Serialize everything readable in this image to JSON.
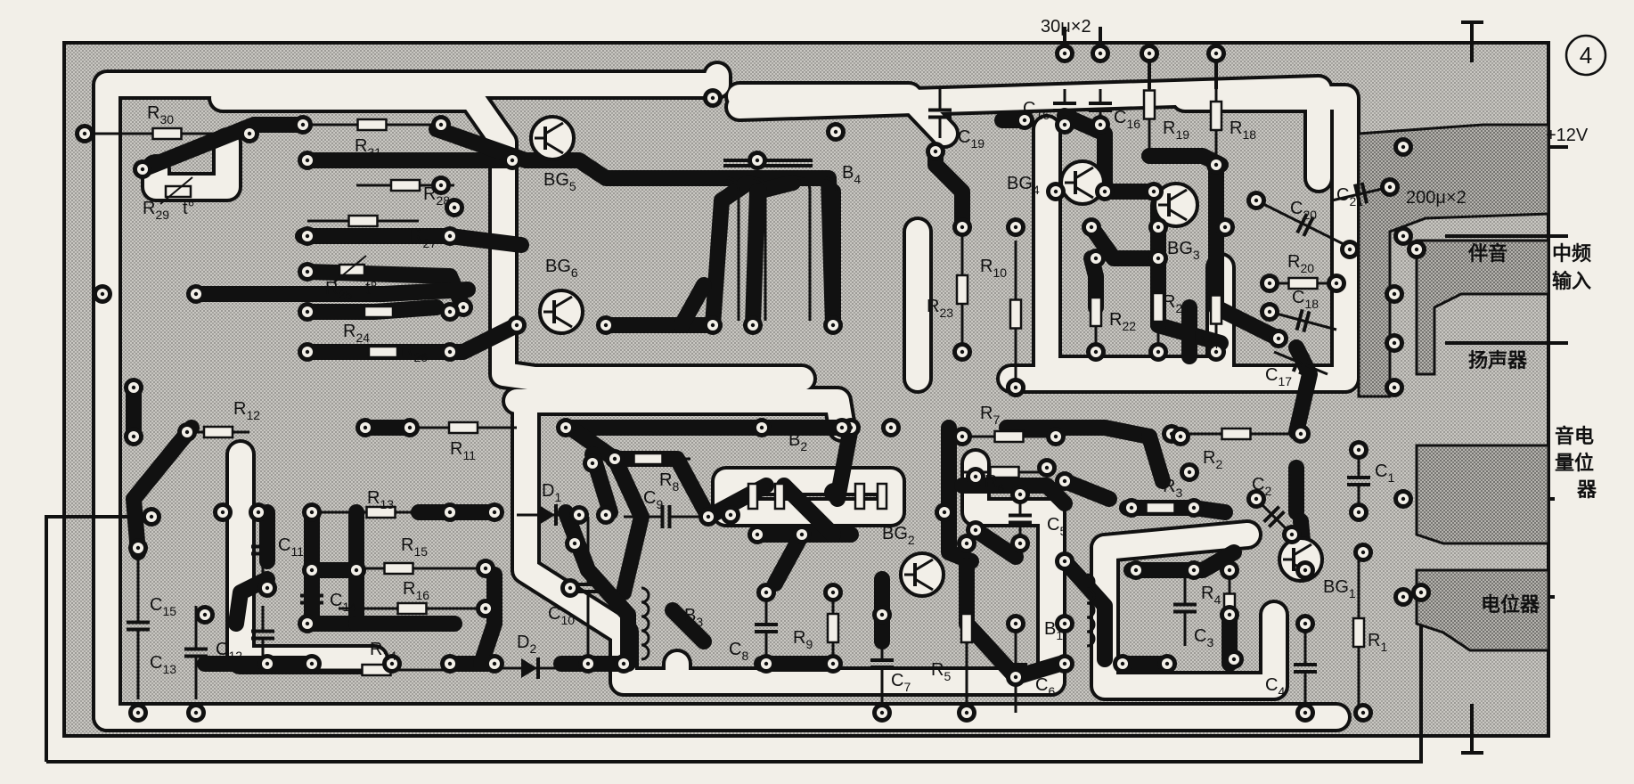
{
  "figure_number": "4",
  "header": {
    "capacitor_pair": "30μ×2",
    "capacitor_pair2": "200μ×2"
  },
  "terminals": {
    "plus12v": "+12V",
    "if_input_a": "伴音",
    "if_input_b": "中频",
    "if_input_c": "输入",
    "speaker": "扬声器",
    "volume_pot_a": "音电",
    "volume_pot_b": "量位",
    "volume_pot_c": "器",
    "pot": "电位器"
  },
  "components": [
    {
      "id": "R30",
      "base": "R",
      "sub": "30"
    },
    {
      "id": "R31",
      "base": "R",
      "sub": "31"
    },
    {
      "id": "R29",
      "base": "R",
      "sub": "29"
    },
    {
      "id": "R28",
      "base": "R",
      "sub": "28"
    },
    {
      "id": "R27",
      "base": "R",
      "sub": "27"
    },
    {
      "id": "R25",
      "base": "R",
      "sub": "25"
    },
    {
      "id": "R24",
      "base": "R",
      "sub": "24"
    },
    {
      "id": "R26",
      "base": "R",
      "sub": "26"
    },
    {
      "id": "BG5",
      "base": "BG",
      "sub": "5"
    },
    {
      "id": "BG6",
      "base": "BG",
      "sub": "6"
    },
    {
      "id": "B4",
      "base": "B",
      "sub": "4"
    },
    {
      "id": "C19",
      "base": "C",
      "sub": "19"
    },
    {
      "id": "C16a",
      "base": "C",
      "sub": "16"
    },
    {
      "id": "C16b",
      "base": "C",
      "sub": "16"
    },
    {
      "id": "R19",
      "base": "R",
      "sub": "19"
    },
    {
      "id": "R18",
      "base": "R",
      "sub": "18"
    },
    {
      "id": "BG4",
      "base": "BG",
      "sub": "4"
    },
    {
      "id": "BG3",
      "base": "BG",
      "sub": "3"
    },
    {
      "id": "C20",
      "base": "C",
      "sub": "20"
    },
    {
      "id": "C21",
      "base": "C",
      "sub": "21"
    },
    {
      "id": "R20",
      "base": "R",
      "sub": "20"
    },
    {
      "id": "C18",
      "base": "C",
      "sub": "18"
    },
    {
      "id": "C17",
      "base": "C",
      "sub": "17"
    },
    {
      "id": "R23",
      "base": "R",
      "sub": "23"
    },
    {
      "id": "R10",
      "base": "R",
      "sub": "10"
    },
    {
      "id": "R22",
      "base": "R",
      "sub": "22"
    },
    {
      "id": "R21",
      "base": "R",
      "sub": "21"
    },
    {
      "id": "R17",
      "base": "R",
      "sub": "17"
    },
    {
      "id": "R12",
      "base": "R",
      "sub": "12"
    },
    {
      "id": "R11",
      "base": "R",
      "sub": "11"
    },
    {
      "id": "B2",
      "base": "B",
      "sub": "2"
    },
    {
      "id": "R7",
      "base": "R",
      "sub": "7"
    },
    {
      "id": "R2",
      "base": "R",
      "sub": "2"
    },
    {
      "id": "C1",
      "base": "C",
      "sub": "1"
    },
    {
      "id": "R13",
      "base": "R",
      "sub": "13"
    },
    {
      "id": "D1",
      "base": "D",
      "sub": "1"
    },
    {
      "id": "R8",
      "base": "R",
      "sub": "8"
    },
    {
      "id": "C9",
      "base": "C",
      "sub": "9"
    },
    {
      "id": "R6",
      "base": "R",
      "sub": "6"
    },
    {
      "id": "R3",
      "base": "R",
      "sub": "3"
    },
    {
      "id": "C2",
      "base": "C",
      "sub": "2"
    },
    {
      "id": "C11",
      "base": "C",
      "sub": "11"
    },
    {
      "id": "R15",
      "base": "R",
      "sub": "15"
    },
    {
      "id": "BG2",
      "base": "BG",
      "sub": "2"
    },
    {
      "id": "C5",
      "base": "C",
      "sub": "5"
    },
    {
      "id": "BG1",
      "base": "BG",
      "sub": "1"
    },
    {
      "id": "C14",
      "base": "C",
      "sub": "14"
    },
    {
      "id": "R16",
      "base": "R",
      "sub": "16"
    },
    {
      "id": "C15",
      "base": "C",
      "sub": "15"
    },
    {
      "id": "C12",
      "base": "C",
      "sub": "12"
    },
    {
      "id": "C13",
      "base": "C",
      "sub": "13"
    },
    {
      "id": "R14",
      "base": "R",
      "sub": "14"
    },
    {
      "id": "D2",
      "base": "D",
      "sub": "2"
    },
    {
      "id": "C10",
      "base": "C",
      "sub": "10"
    },
    {
      "id": "B3",
      "base": "B",
      "sub": "3"
    },
    {
      "id": "C8",
      "base": "C",
      "sub": "8"
    },
    {
      "id": "R9",
      "base": "R",
      "sub": "9"
    },
    {
      "id": "C7",
      "base": "C",
      "sub": "7"
    },
    {
      "id": "R5",
      "base": "R",
      "sub": "5"
    },
    {
      "id": "B1",
      "base": "B",
      "sub": "1"
    },
    {
      "id": "C6",
      "base": "C",
      "sub": "6"
    },
    {
      "id": "R4",
      "base": "R",
      "sub": "4"
    },
    {
      "id": "C3",
      "base": "C",
      "sub": "3"
    },
    {
      "id": "R1",
      "base": "R",
      "sub": "1"
    },
    {
      "id": "C4",
      "base": "C",
      "sub": "4"
    },
    {
      "id": "t1",
      "base": "t°",
      "sub": ""
    },
    {
      "id": "t2",
      "base": "t°",
      "sub": ""
    }
  ],
  "colors": {
    "background": "#f2efe8",
    "board_fill": "#b9b9b9",
    "track_fill": "#a9a9a9",
    "ink": "#111111"
  }
}
